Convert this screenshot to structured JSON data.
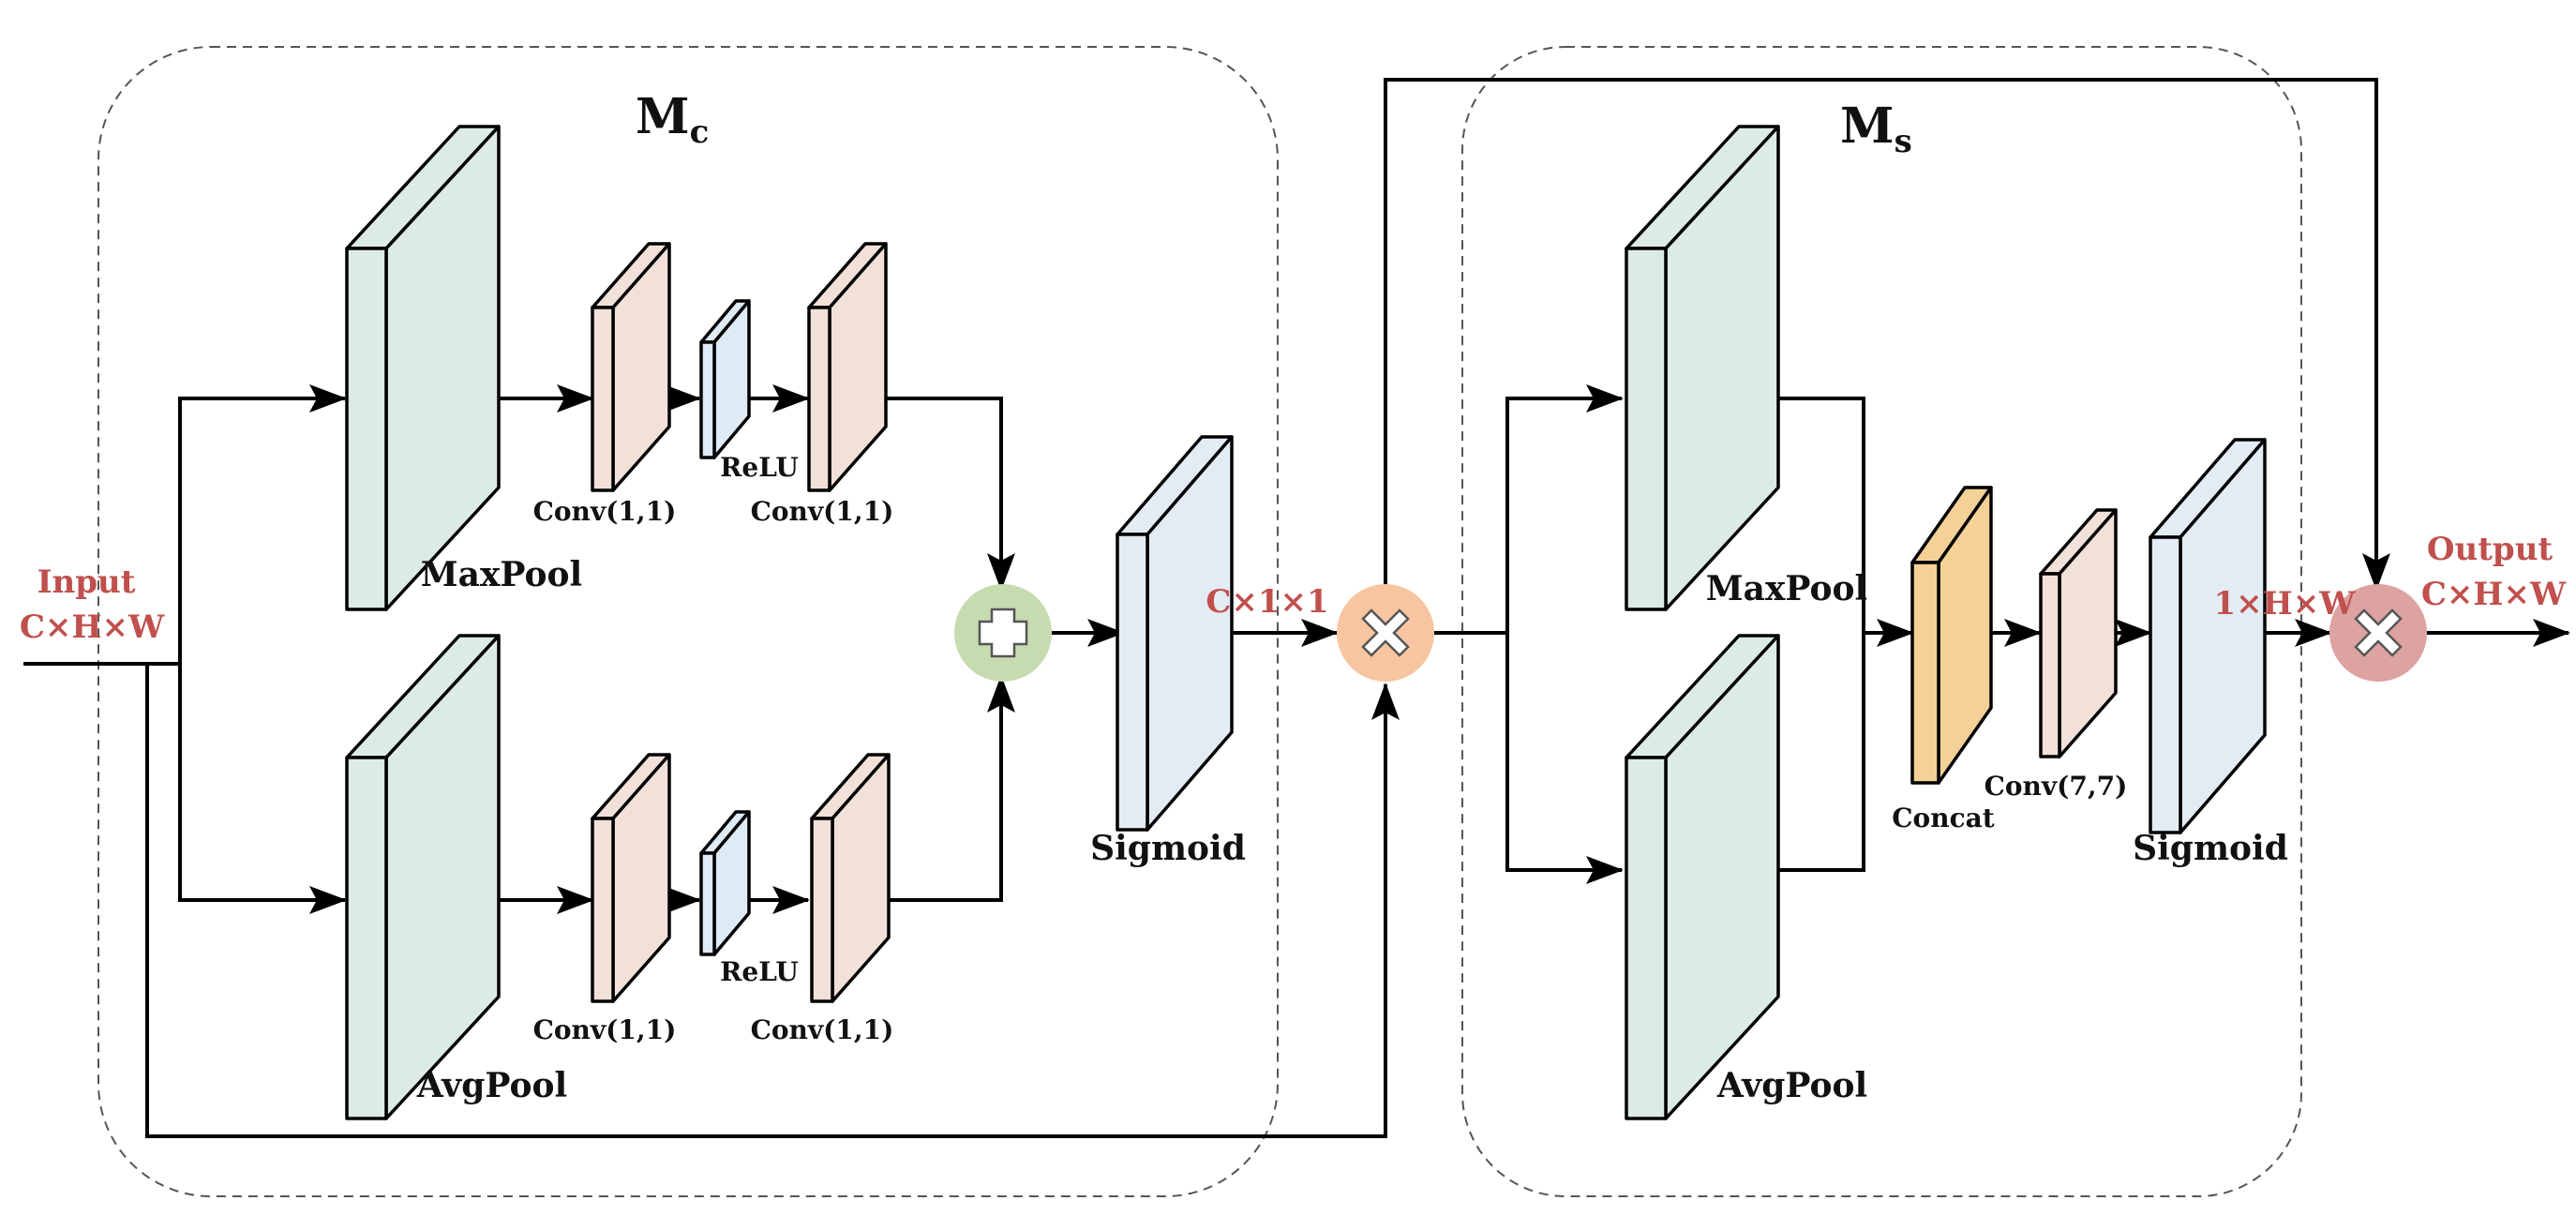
{
  "colors": {
    "text_red": "#c0504d",
    "pool_fill": "#dcebe6",
    "conv_fill": "#f2e1d9",
    "relu_fill": "#deebf5",
    "sigmoid_fill": "#e3ecf5",
    "concat_fill": "#f3d197",
    "add_circle": "#c6dbaf",
    "mul_circle": "#f7c5a0",
    "mul_out_circle": "#dca3a1"
  },
  "channel_module": {
    "title": "M",
    "subscript": "c",
    "maxpool_label": "MaxPool",
    "avgpool_label": "AvgPool",
    "conv_label": "Conv(1,1)",
    "relu_label": "ReLU",
    "sigmoid_label": "Sigmoid",
    "add_icon": "plus-icon"
  },
  "spatial_module": {
    "title": "M",
    "subscript": "s",
    "maxpool_label": "MaxPool",
    "avgpool_label": "AvgPool",
    "concat_label": "Concat",
    "conv_label": "Conv(7,7)",
    "sigmoid_label": "Sigmoid"
  },
  "io": {
    "input_label": "Input",
    "input_shape": "C×H×W",
    "channel_attention_shape": "C×1×1",
    "spatial_attention_shape": "1×H×W",
    "output_label": "Output",
    "output_shape": "C×H×W",
    "multiply_icon": "multiply-icon"
  }
}
